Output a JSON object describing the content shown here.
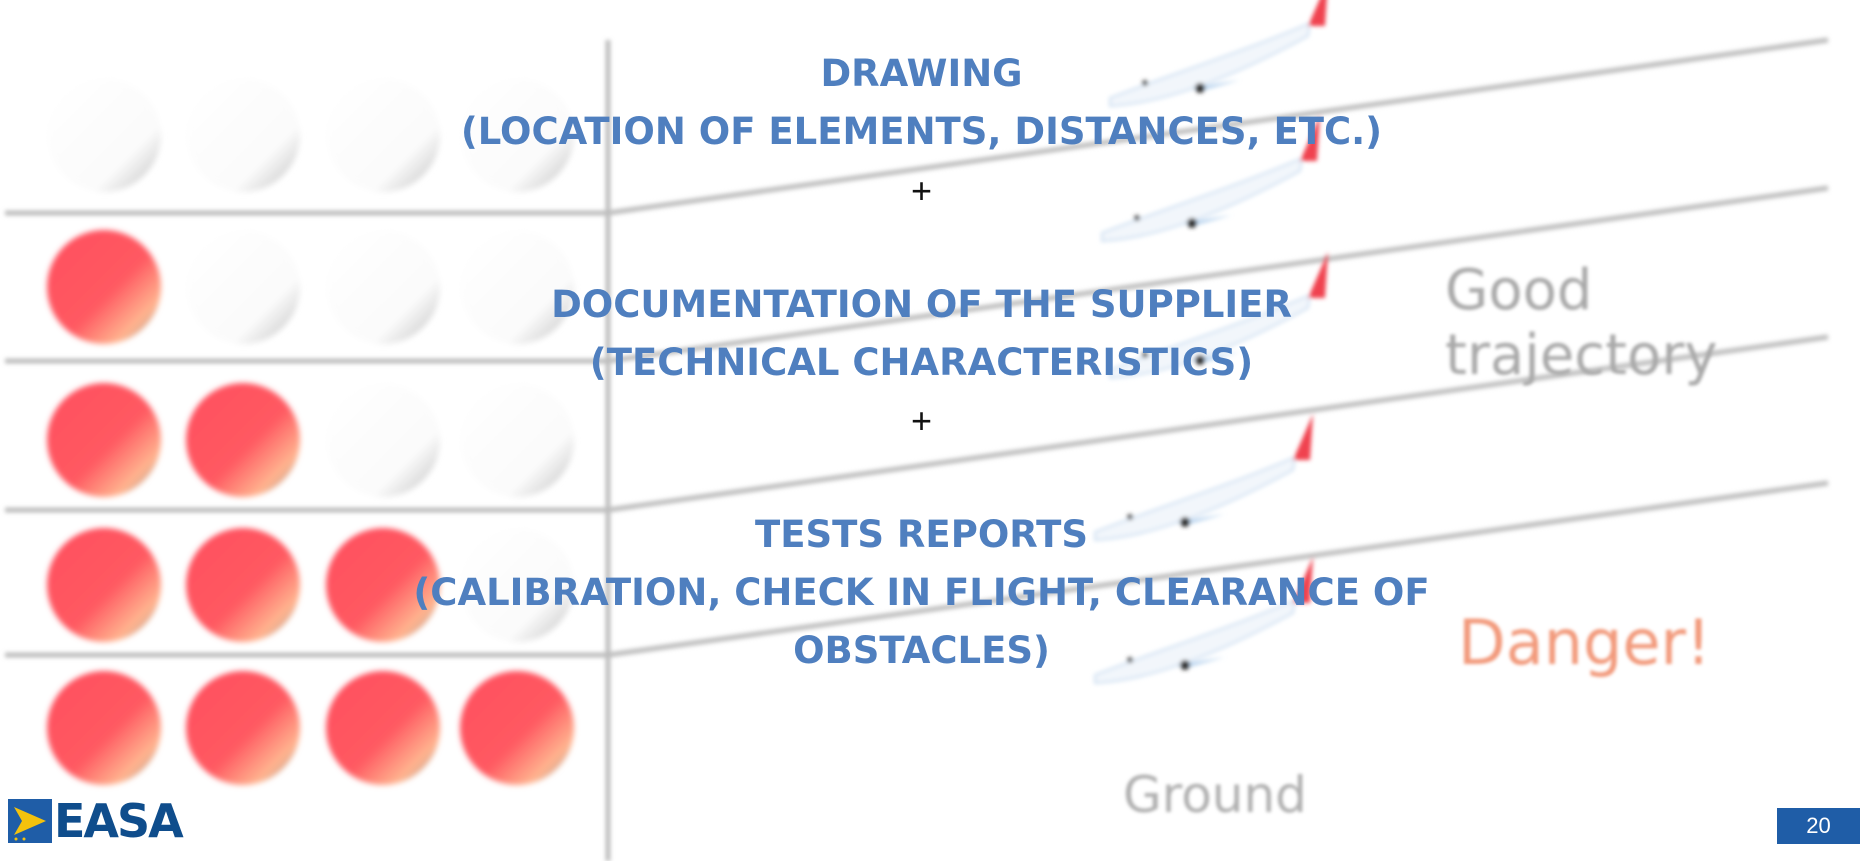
{
  "slide": {
    "headings": [
      {
        "lines": [
          "DRAWING",
          "(LOCATION OF ELEMENTS, DISTANCES, ETC.)"
        ]
      },
      {
        "lines": [
          "DOCUMENTATION OF THE SUPPLIER",
          "(TECHNICAL CHARACTERISTICS)"
        ]
      },
      {
        "lines": [
          "TESTS REPORTS",
          "(CALIBRATION, CHECK IN FLIGHT, CLEARANCE OF",
          "OBSTACLES)"
        ]
      }
    ],
    "separators": [
      "+",
      "+"
    ]
  },
  "background_labels": {
    "good": "Good trajectory",
    "danger": "Danger!",
    "ground": "Ground"
  },
  "indicator_rows": [
    {
      "lit": 0
    },
    {
      "lit": 1
    },
    {
      "lit": 2
    },
    {
      "lit": 3
    },
    {
      "lit": 4
    }
  ],
  "footer": {
    "logo_text": "EASA",
    "page_number": "20"
  },
  "colors": {
    "heading": "#4f7fbf",
    "light_on": "#ff4d5e",
    "ground_line": "#7a9a3a",
    "page_badge": "#1f5da7"
  }
}
